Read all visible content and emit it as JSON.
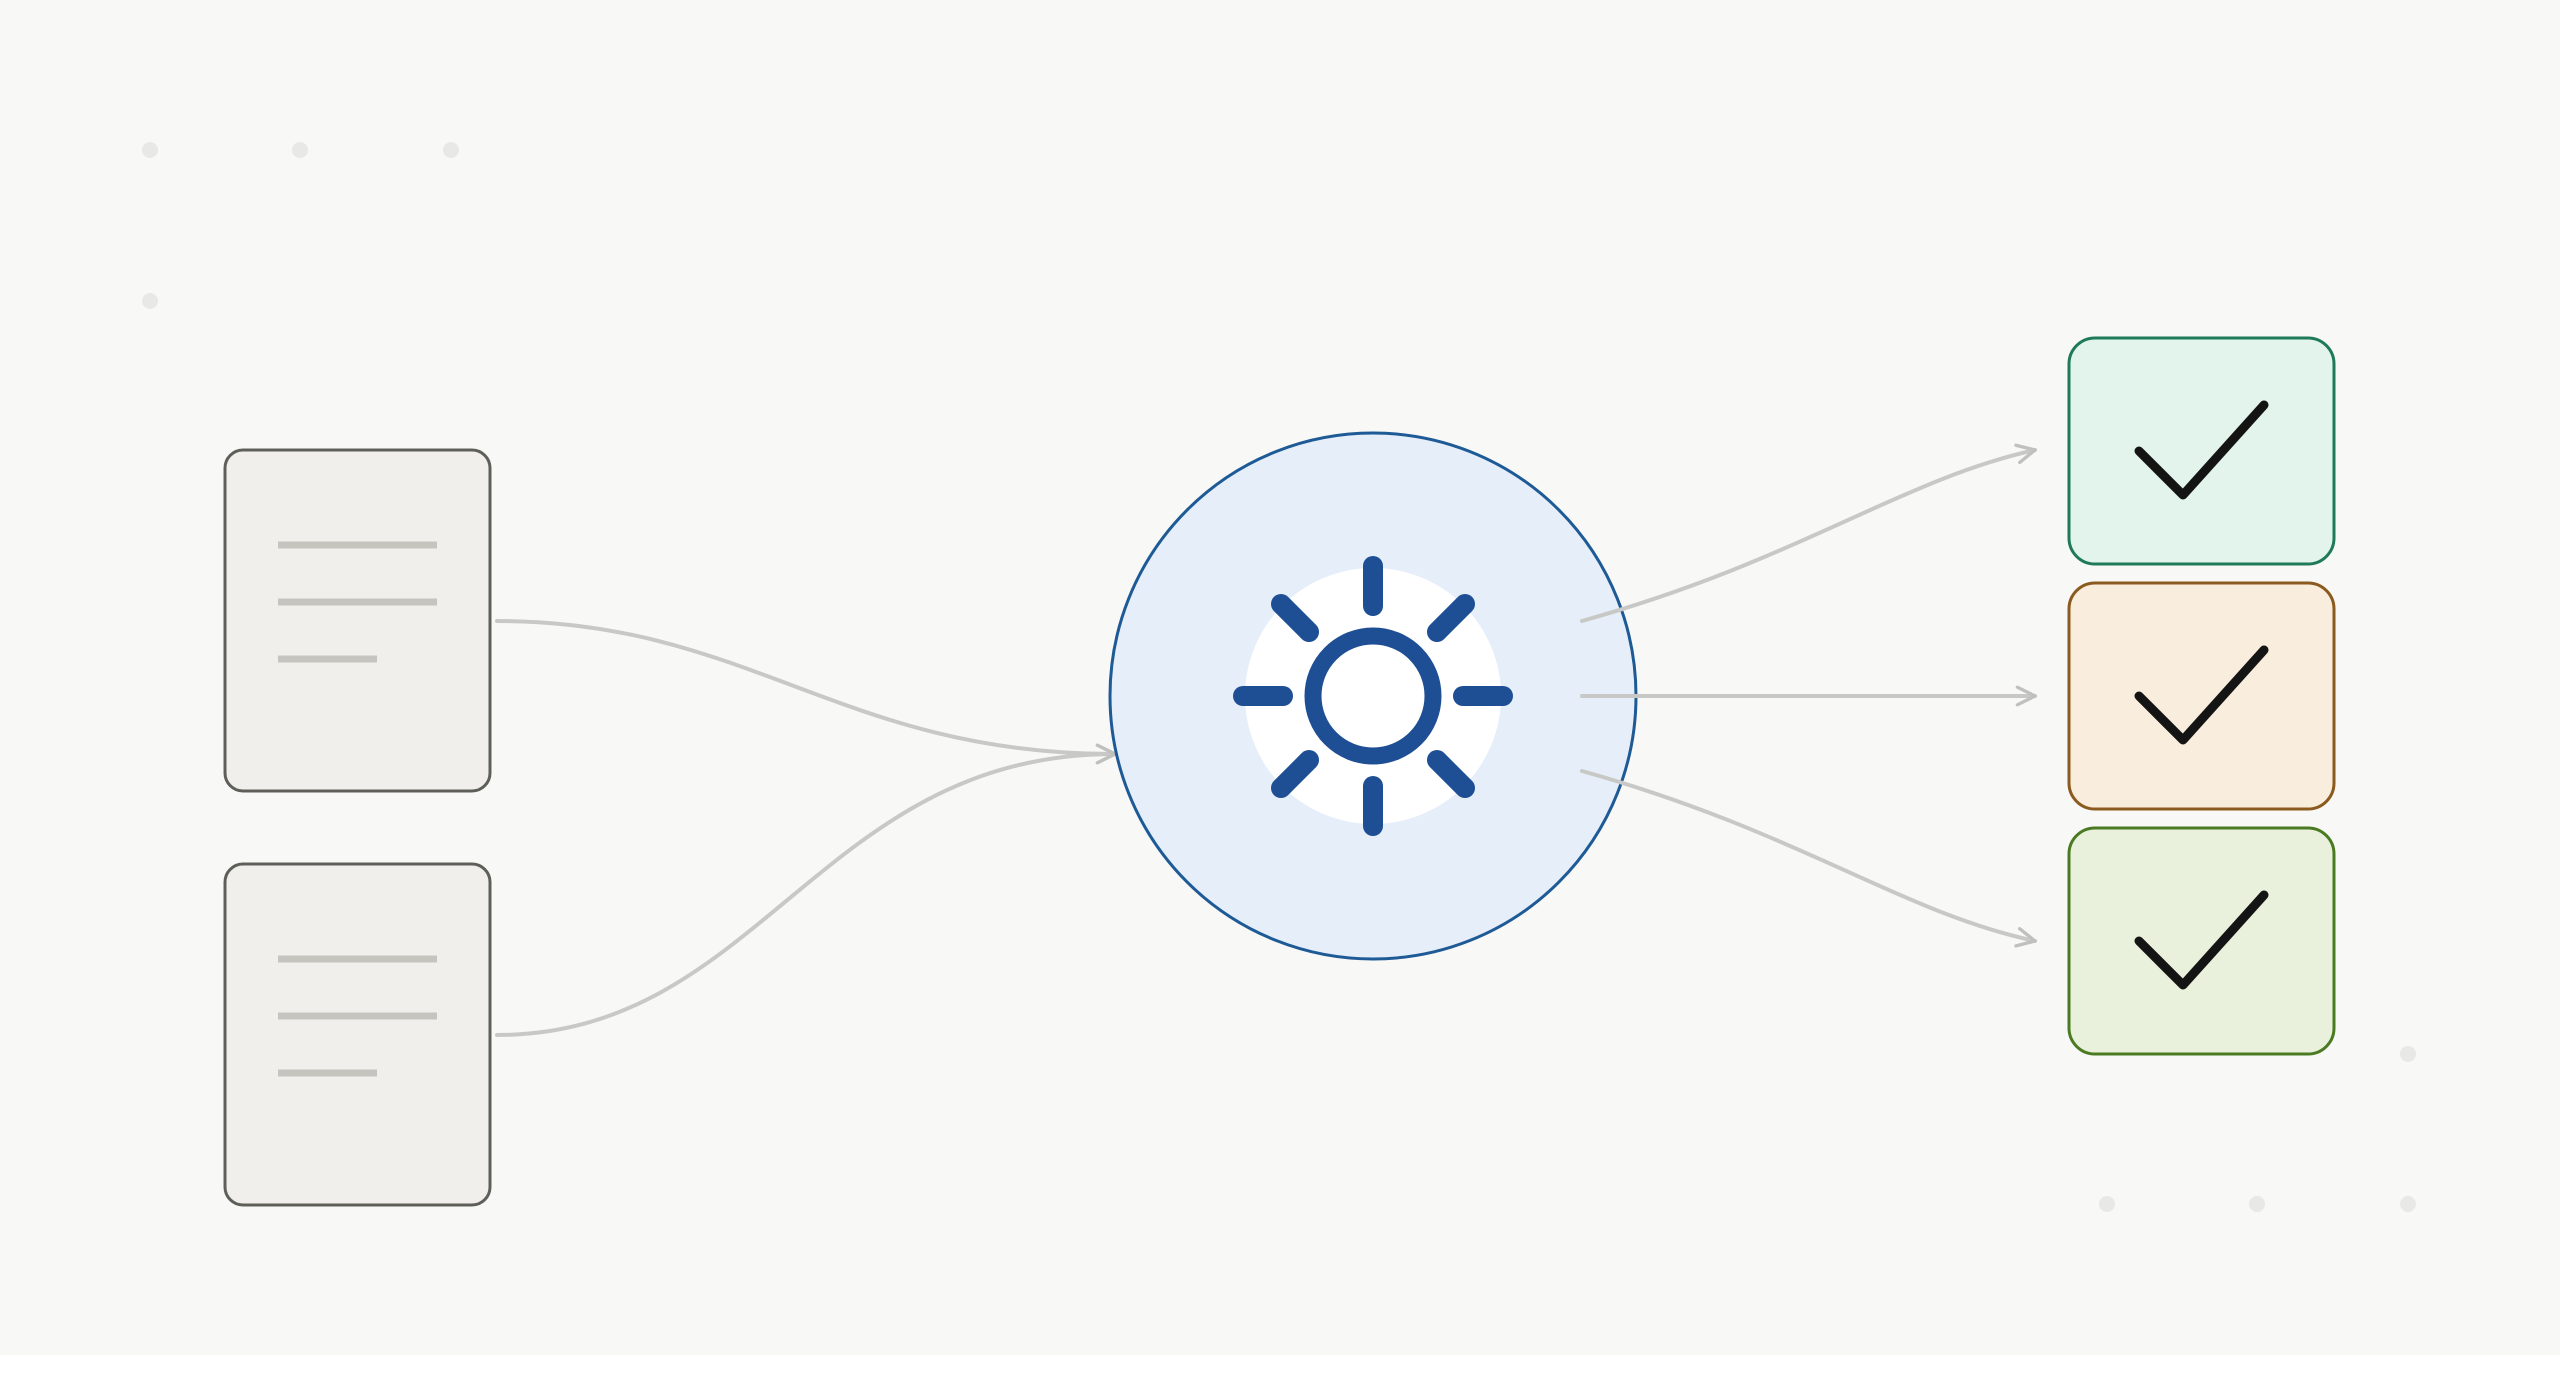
{
  "diagram": {
    "inputs": [
      {
        "id": "input-doc-1",
        "icon": "document-icon"
      },
      {
        "id": "input-doc-2",
        "icon": "document-icon"
      }
    ],
    "processor": {
      "id": "processor",
      "icon": "gear-icon"
    },
    "outputs": [
      {
        "id": "output-1",
        "icon": "checkmark-icon",
        "fill": "#e2f4ec",
        "stroke": "#1e7a5a"
      },
      {
        "id": "output-2",
        "icon": "checkmark-icon",
        "fill": "#f9eddd",
        "stroke": "#8a5a1e"
      },
      {
        "id": "output-3",
        "icon": "checkmark-icon",
        "fill": "#e9f1dc",
        "stroke": "#4a7a22"
      }
    ]
  },
  "colors": {
    "background": "#f8f8f6",
    "document_fill": "#f0efeb",
    "document_stroke": "#5f5f5a",
    "document_lines": "#c6c4bf",
    "connector": "#c8c8c6",
    "processor_fill": "#e6eff9",
    "processor_stroke": "#1e5a96",
    "gear": "#1e4e94",
    "check": "#141414",
    "dots": "#e8e8e6"
  }
}
